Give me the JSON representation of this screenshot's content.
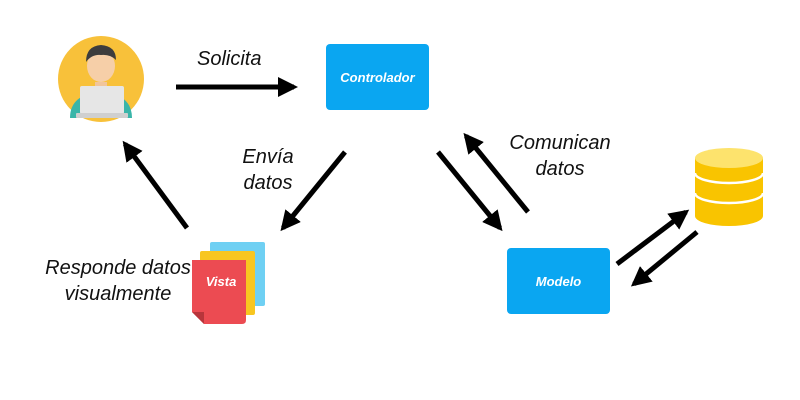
{
  "nodes": {
    "controller": "Controlador",
    "model": "Modelo",
    "view": "Vista"
  },
  "edges": {
    "request": "Solicita",
    "send": "Envía datos",
    "communicate": "Comunican datos",
    "respond": "Responde datos visualmente"
  },
  "icons": {
    "user": "user-at-laptop-icon",
    "view": "document-stack-icon",
    "database": "database-icon"
  },
  "colors": {
    "box": "#0aa6f1",
    "user_bg": "#f8c13a",
    "shirt": "#3ab5a9",
    "database": "#f9c400",
    "view_red": "#ec4b52",
    "view_yellow": "#f8c620",
    "view_blue": "#6fd0f3",
    "arrow": "#000000"
  }
}
